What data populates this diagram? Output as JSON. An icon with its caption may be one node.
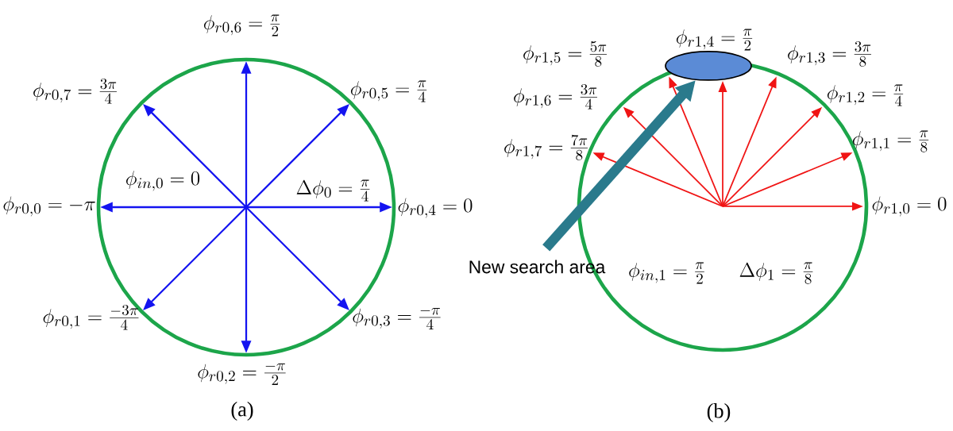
{
  "diagram": {
    "nodes": [
      {
        "text": [
          "New search area"
        ]
      },
      {
        "text": [],
        "shape": "ellipse"
      }
    ],
    "edges": [
      {
        "from": 0,
        "to": 1,
        "arrow": "to"
      }
    ],
    "labels": [
      "\\phi_{r0,6}=\\frac{\\pi}{2}",
      "\\phi_{r0,7}=\\frac{3\\pi}{4}",
      "\\phi_{r0,5}=\\frac{\\pi}{4}",
      "\\phi_{in,0}=0",
      "\\Delta\\phi_{0}=\\frac{\\pi}{4}",
      "\\phi_{r0,0}=-\\pi",
      "\\phi_{r0,4}=0",
      "\\phi_{r0,1}=\\frac{-3\\pi}{4}",
      "\\phi_{r0,3}=\\frac{-\\pi}{4}",
      "\\phi_{r0,2}=\\frac{-\\pi}{2}",
      "(a)",
      "\\phi_{r1,4}=\\frac{\\pi}{2}",
      "\\phi_{r1,5}=\\frac{5\\pi}{8}",
      "\\phi_{r1,3}=\\frac{3\\pi}{8}",
      "\\phi_{r1,6}=\\frac{3\\pi}{4}",
      "\\phi_{r1,2}=\\frac{\\pi}{4}",
      "\\phi_{r1,7}=\\frac{7\\pi}{8}",
      "\\phi_{r1,1}=\\frac{\\pi}{8}",
      "\\phi_{r1,0}=0",
      "\\phi_{in,1}=\\frac{\\pi}{2}",
      "\\Delta\\phi_{1}=\\frac{\\pi}{8}",
      "(b)"
    ]
  }
}
